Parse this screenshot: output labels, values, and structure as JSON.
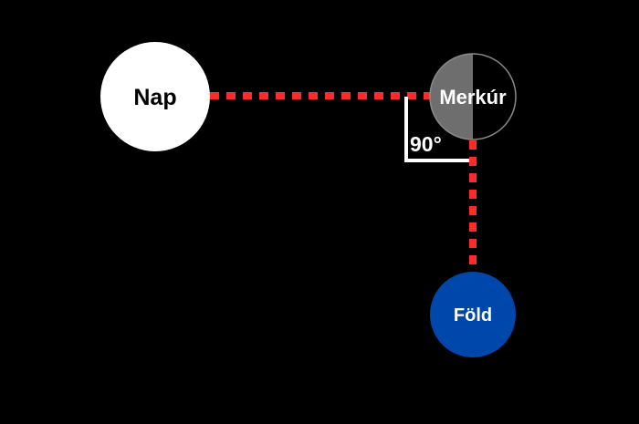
{
  "bodies": {
    "sun": {
      "label": "Nap",
      "color": "#ffffff",
      "text_color": "#000000"
    },
    "mercury": {
      "label": "Merkúr",
      "lit_color": "#6e6e6e",
      "dark_color": "#000000",
      "rim_color": "#8a8a8a",
      "text_color": "#ffffff"
    },
    "earth": {
      "label": "Föld",
      "color": "#0047ab",
      "text_color": "#ffffff"
    }
  },
  "angle": {
    "label": "90°",
    "color": "#ffffff"
  },
  "connector_color": "#ff2b2b",
  "background": "#000000"
}
